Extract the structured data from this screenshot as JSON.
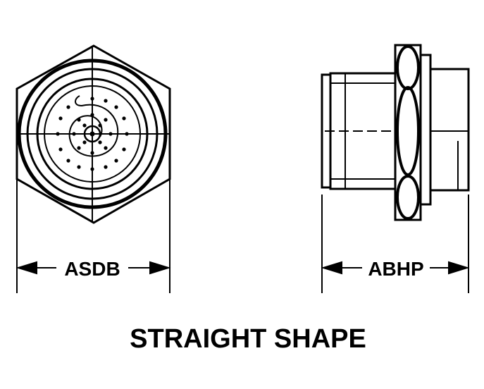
{
  "labels": {
    "front_dimension": "ASDB",
    "side_dimension": "ABHP",
    "caption": "STRAIGHT SHAPE"
  }
}
